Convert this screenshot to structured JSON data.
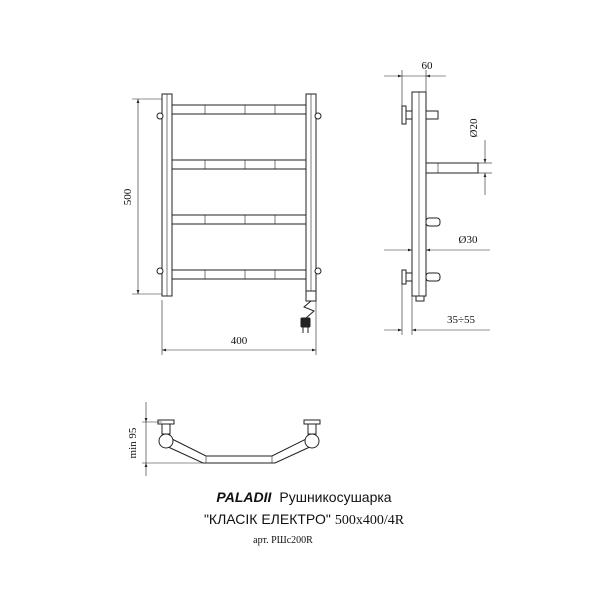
{
  "front_view": {
    "height_label": "500",
    "width_label": "400"
  },
  "side_view": {
    "depth_label": "60",
    "pipe_diameter_label": "Ø20",
    "mount_diameter_label": "Ø30",
    "wall_distance_label": "35÷55"
  },
  "top_view": {
    "min_depth_label": "min 95"
  },
  "caption": {
    "brand": "PALADII",
    "product": "Рушникосушарка",
    "model": "\"КЛАСІК ЕЛЕКТРО\"",
    "size": "500х400/4R",
    "article": "арт. РШс200R"
  }
}
